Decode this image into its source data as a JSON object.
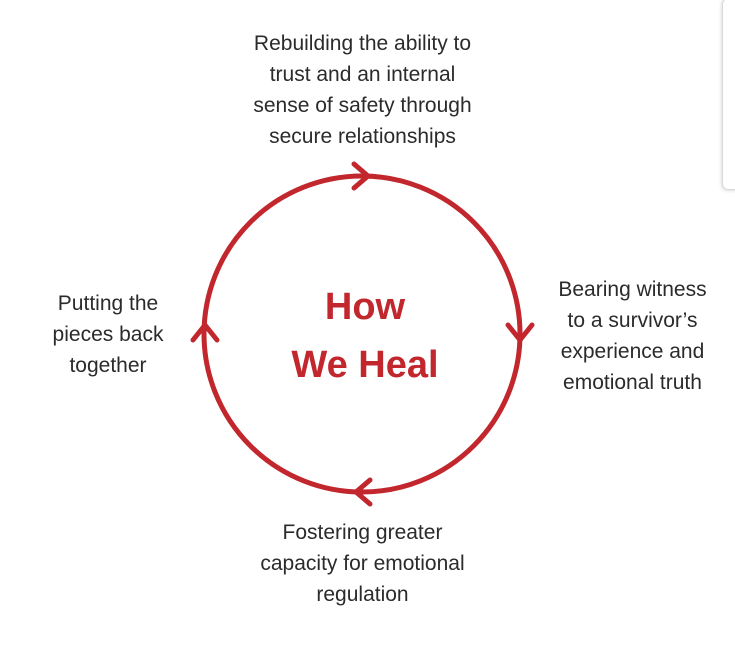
{
  "diagram": {
    "center_title": "How\nWe Heal",
    "accent_color": "#c1272d",
    "text_color": "#2b2b2b",
    "labels": {
      "top": "Rebuilding the ability to\ntrust and an internal\nsense of safety through\nsecure relationships",
      "right": "Bearing witness\nto a survivor’s\nexperience and\nemotional truth",
      "bottom": "Fostering greater\ncapacity for emotional\nregulation",
      "left": "Putting the\npieces back\ntogether"
    },
    "arrow_icons": [
      "arrow-top-icon",
      "arrow-right-icon",
      "arrow-bottom-icon",
      "arrow-left-icon"
    ]
  }
}
